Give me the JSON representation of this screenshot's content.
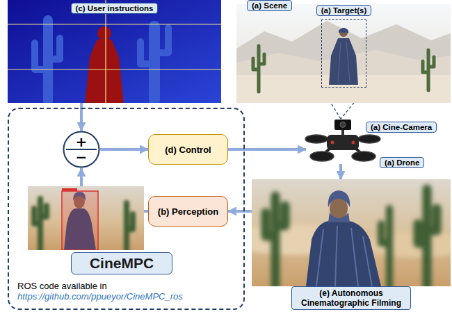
{
  "diagram": {
    "nodes": [
      {
        "text": [
          "(c) User instructions"
        ]
      },
      {
        "text": [
          "(a) Scene"
        ]
      },
      {
        "text": [
          "(a) Target(s)"
        ],
        "in": 1
      },
      {
        "text": [
          "ROS code available in",
          "https://github.com/ppueyor/CineMPC_ros"
        ]
      },
      {
        "text": [
          "+",
          "−"
        ],
        "in": 3
      },
      {
        "text": [
          "(d) Control"
        ],
        "in": 3
      },
      {
        "text": [
          "(b) Perception"
        ],
        "in": 3
      },
      {
        "text": [
          "CineMPC"
        ],
        "in": 3
      },
      {
        "text": [
          "(a) Cine-Camera",
          "(a) Drone"
        ]
      },
      {
        "text": [
          "(e) Autonomous Cinematographic Filming"
        ]
      }
    ],
    "edges": [
      {
        "from": 0,
        "to": 4,
        "arrow": "to"
      },
      {
        "from": 4,
        "to": 5,
        "arrow": "to"
      },
      {
        "from": 5,
        "to": 8,
        "arrow": "to"
      },
      {
        "from": 8,
        "to": 9,
        "arrow": "to"
      },
      {
        "from": 9,
        "to": 6,
        "arrow": "to"
      },
      {
        "from": 6,
        "to": 4,
        "arrow": "to"
      },
      {
        "from": 2,
        "to": 8,
        "arrow": "none"
      }
    ]
  }
}
